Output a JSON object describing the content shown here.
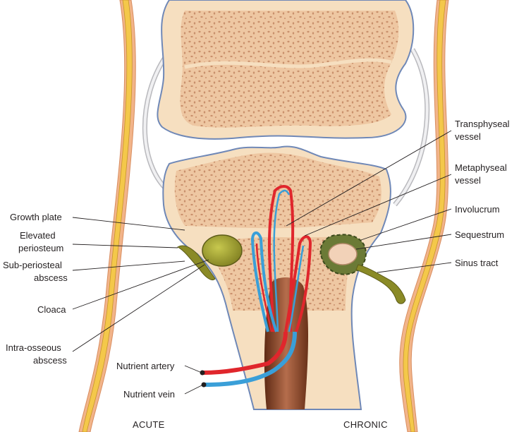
{
  "labels": {
    "left": {
      "growth_plate": "Growth plate",
      "elevated_periosteum_1": "Elevated",
      "elevated_periosteum_2": "periosteum",
      "subperiosteal_abscess_1": "Sub-periosteal",
      "subperiosteal_abscess_2": "abscess",
      "cloaca": "Cloaca",
      "intraosseous_abscess_1": "Intra-osseous",
      "intraosseous_abscess_2": "abscess"
    },
    "right": {
      "transphyseal_vessel_1": "Transphyseal",
      "transphyseal_vessel_2": "vessel",
      "metaphyseal_vessel_1": "Metaphyseal",
      "metaphyseal_vessel_2": "vessel",
      "involucrum": "Involucrum",
      "sequestrum": "Sequestrum",
      "sinus_tract": "Sinus tract"
    },
    "bottom": {
      "nutrient_artery": "Nutrient artery",
      "nutrient_vein": "Nutrient vein"
    }
  },
  "captions": {
    "acute": "ACUTE",
    "chronic": "CHRONIC"
  },
  "colors": {
    "bone_cortex": "#f6dfc0",
    "cancellous": "#eec7a2",
    "pore": "#c9906c",
    "periosteum": "#6f88b7",
    "fat": "#f4c84a",
    "skin": "#f2b489",
    "artery": "#e0262c",
    "vein": "#3a9fd8",
    "abscess": "#8a8a26",
    "marrow": "#7a3e24"
  }
}
